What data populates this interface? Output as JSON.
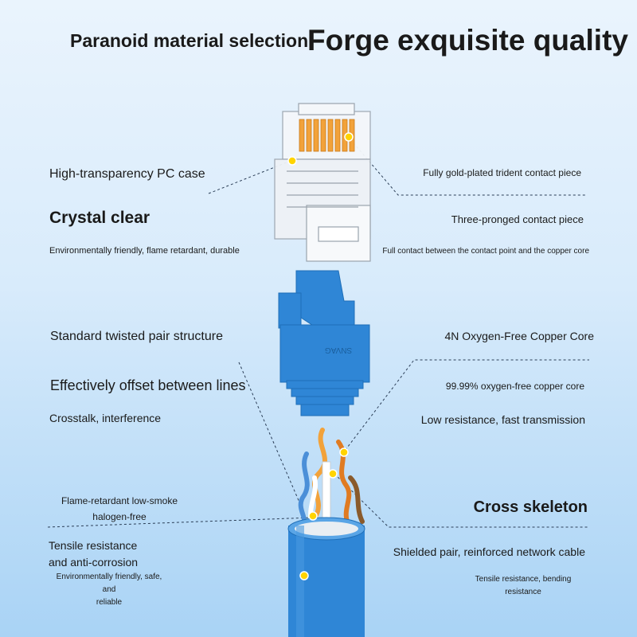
{
  "header": {
    "left_title": "Paranoid material selection",
    "right_title": "Forge exquisite quality"
  },
  "left": {
    "pc_case": "High-transparency PC case",
    "crystal_clear": "Crystal clear",
    "eco_flame": "Environmentally friendly, flame retardant, durable",
    "twisted_pair": "Standard twisted pair structure",
    "offset": "Effectively offset between lines",
    "crosstalk": "Crosstalk, interference",
    "flame_line1": "Flame-retardant low-smoke",
    "flame_line2": "halogen-free",
    "tensile_line1": "Tensile resistance",
    "tensile_line2": "and anti-corrosion",
    "eco_safe_line1": "Environmentally friendly, safe, and",
    "eco_safe_line2": "reliable"
  },
  "right": {
    "gold_plated": "Fully gold-plated trident contact piece",
    "three_pronged": "Three-pronged contact piece",
    "full_contact": "Full contact between the contact point and the copper core",
    "copper_core": "4N Oxygen-Free Copper Core",
    "oxygen_free": "99.99% oxygen-free copper core",
    "low_resistance": "Low resistance, fast transmission",
    "cross_skeleton": "Cross skeleton",
    "shielded_pair": "Shielded pair, reinforced network cable",
    "bending_line1": "Tensile resistance, bending",
    "bending_line2": "resistance"
  },
  "boot_text": "SNVAG",
  "colors": {
    "cable_blue": "#2f86d6",
    "gold": "#f2a23a",
    "leader": "#2b3e57"
  }
}
